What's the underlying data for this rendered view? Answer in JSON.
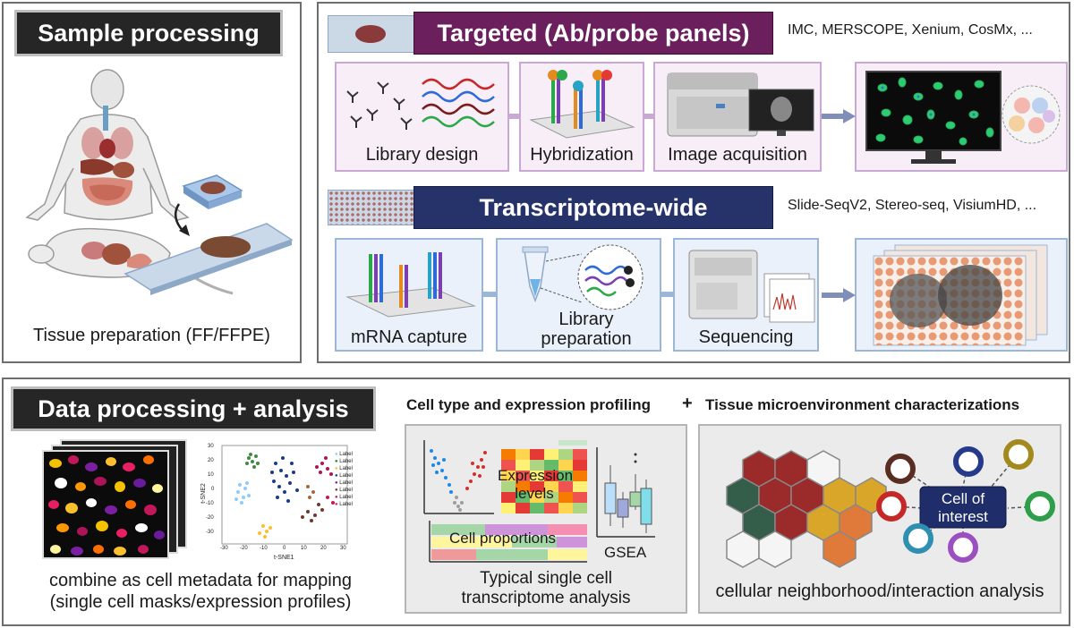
{
  "sample": {
    "header": "Sample processing",
    "caption": "Tissue preparation (FF/FFPE)"
  },
  "targeted": {
    "title": "Targeted (Ab/probe panels)",
    "methods": "IMC, MERSCOPE, Xenium, CosMx, ...",
    "steps": [
      "Library design",
      "Hybridization",
      "Image acquisition"
    ]
  },
  "transcriptome": {
    "title": "Transcriptome-wide",
    "methods": "Slide-SeqV2, Stereo-seq, VisiumHD, ...",
    "steps": [
      "mRNA capture",
      "Library",
      "preparation",
      "Sequencing"
    ]
  },
  "data": {
    "header": "Data processing + analysis",
    "caption_line1": "combine as cell metadata for mapping",
    "caption_line2": "(single cell masks/expression profiles)",
    "tsne_xlabel": "t-SNE1",
    "tsne_ylabel": "t-SNE2",
    "legend_label": "Label",
    "x_ticks": [
      "-30",
      "-20",
      "-10",
      "0",
      "10",
      "20",
      "30"
    ],
    "y_ticks": [
      "30",
      "20",
      "10",
      "0",
      "-10",
      "-20",
      "-30"
    ]
  },
  "profiling": {
    "title": "Cell type and expression profiling",
    "plus": "+",
    "expression": [
      "Expression",
      "levels"
    ],
    "proportions": "Cell proportions",
    "gsea": "GSEA",
    "caption_line1": "Typical single cell",
    "caption_line2": "transcriptome analysis"
  },
  "micro": {
    "title": "Tissue microenvironment characterizations",
    "cell_of_interest": [
      "Cell of",
      "interest"
    ],
    "caption": "cellular neighborhood/interaction analysis"
  },
  "colors": {
    "targeted": "#6b1f5c",
    "transcriptome": "#26336b",
    "dark": "#262626",
    "arrow": "#7f8fb8"
  }
}
